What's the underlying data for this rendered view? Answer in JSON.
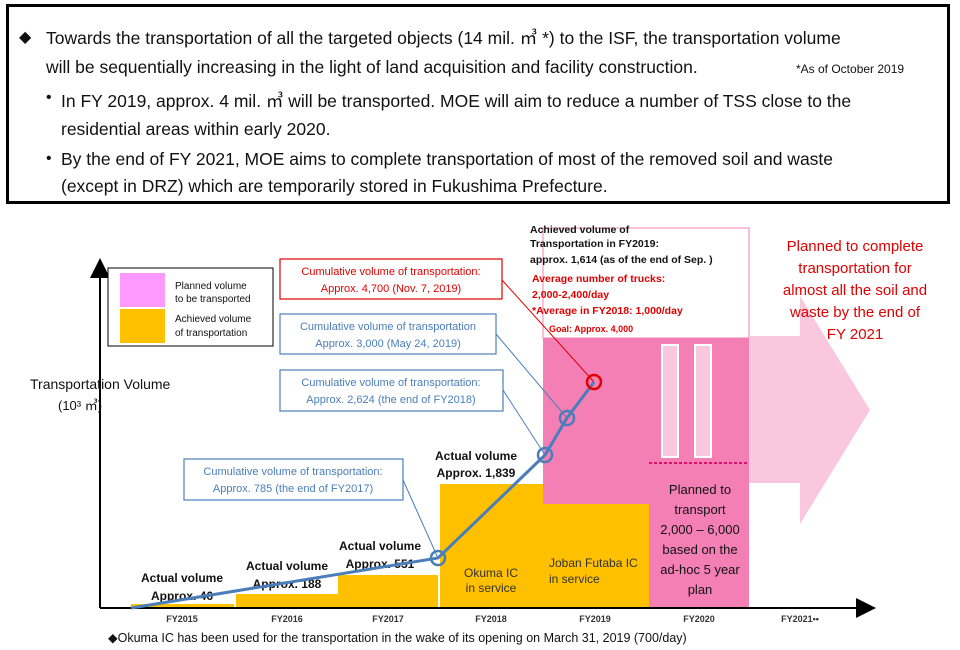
{
  "summary": {
    "main_text_1": "Towards the transportation of all the targeted objects (14 mil. ㎥ *) to the ISF, the transportation volume",
    "main_text_2": "will be sequentially increasing in the light of land acquisition and facility construction.",
    "as_of_note": "*As of October 2019",
    "bullet1_line1": "In FY 2019, approx. 4 mil. ㎥ will be transported. MOE will aim to reduce a number of TSS close to the",
    "bullet1_line2": "residential areas within early 2020.",
    "bullet2_line1": "By the end of  FY 2021, MOE aims to complete transportation of most of the removed soil and waste",
    "bullet2_line2": "(except in DRZ) which are temporarily stored in Fukushima Prefecture.",
    "diamond": "◆",
    "dot": "•"
  },
  "chart_data": {
    "type": "bar",
    "ylabel_line1": "Transportation Volume",
    "ylabel_line2": "(10³ ㎥)",
    "categories": [
      "FY2015",
      "FY2016",
      "FY2017",
      "FY2018",
      "FY2019",
      "FY2020",
      "FY2021••"
    ],
    "series": [
      {
        "name": "Achieved volume of transportation",
        "values": [
          46,
          188,
          551,
          1839,
          1614,
          null,
          null
        ]
      },
      {
        "name": "Planned volume to be transported",
        "values": [
          null,
          null,
          null,
          null,
          4000,
          6000,
          null
        ]
      }
    ],
    "cumulative_points": [
      {
        "x": "FY2017 end",
        "value": 785
      },
      {
        "x": "FY2018 end",
        "value": 2624
      },
      {
        "x": "May 24, 2019",
        "value": 3000
      },
      {
        "x": "Nov. 7, 2019",
        "value": 4700
      }
    ],
    "ylim": [
      0,
      6000
    ],
    "legend": {
      "planned_line1": "Planned volume",
      "planned_line2": "to be transported",
      "achieved_line1": "Achieved volume",
      "achieved_line2": "of transportation"
    },
    "bar_labels": {
      "fy2015_1": "Actual volume",
      "fy2015_2": "Approx. 46",
      "fy2016_1": "Actual volume",
      "fy2016_2": "Approx. 188",
      "fy2017_1": "Actual volume",
      "fy2017_2": "Approx. 551",
      "fy2018_1": "Actual volume",
      "fy2018_2": "Approx. 1,839"
    },
    "callouts": {
      "c785_1": "Cumulative volume of transportation:",
      "c785_2": "Approx. 785 (the end of FY2017)",
      "c2624_1": "Cumulative volume of transportation:",
      "c2624_2": "Approx. 2,624 (the end of FY2018)",
      "c3000_1": "Cumulative volume of transportation",
      "c3000_2": "Approx. 3,000 (May 24, 2019)",
      "c4700_1": "Cumulative volume of transportation:",
      "c4700_2": "Approx. 4,700 (Nov. 7, 2019)"
    },
    "fy2019_notes": {
      "achieved_1": "Achieved volume of",
      "achieved_2": "Transportation in FY2019:",
      "achieved_3": "approx. 1,614 (as of the end of Sep. )",
      "trucks_1": "Average number of trucks:",
      "trucks_2": "2,000-2,400/day",
      "trucks_3": "*Average in FY2018: 1,000/day",
      "goal": "Goal: Approx. 4,000"
    },
    "in_bar": {
      "okuma_1": "Okuma IC",
      "okuma_2": "in service",
      "joban_1": "Joban Futaba IC",
      "joban_2": "in service"
    },
    "fy2020_plan": [
      "Planned to",
      "transport",
      "2,000 – 6,000",
      "based on the",
      "ad-hoc 5 year",
      "plan"
    ],
    "arrow_text": [
      "Planned to complete",
      "transportation for",
      "almost all the soil and",
      "waste by the end of",
      "FY 2021"
    ],
    "colors": {
      "achieved": "#FFC000",
      "planned": "#F47FB5",
      "legend_planned": "#FF99FF",
      "line": "#4A7EBB",
      "red": "#E00000"
    }
  },
  "footnote": "◆Okuma IC has been used for the transportation in the wake of its opening on March 31, 2019 (700/day)"
}
